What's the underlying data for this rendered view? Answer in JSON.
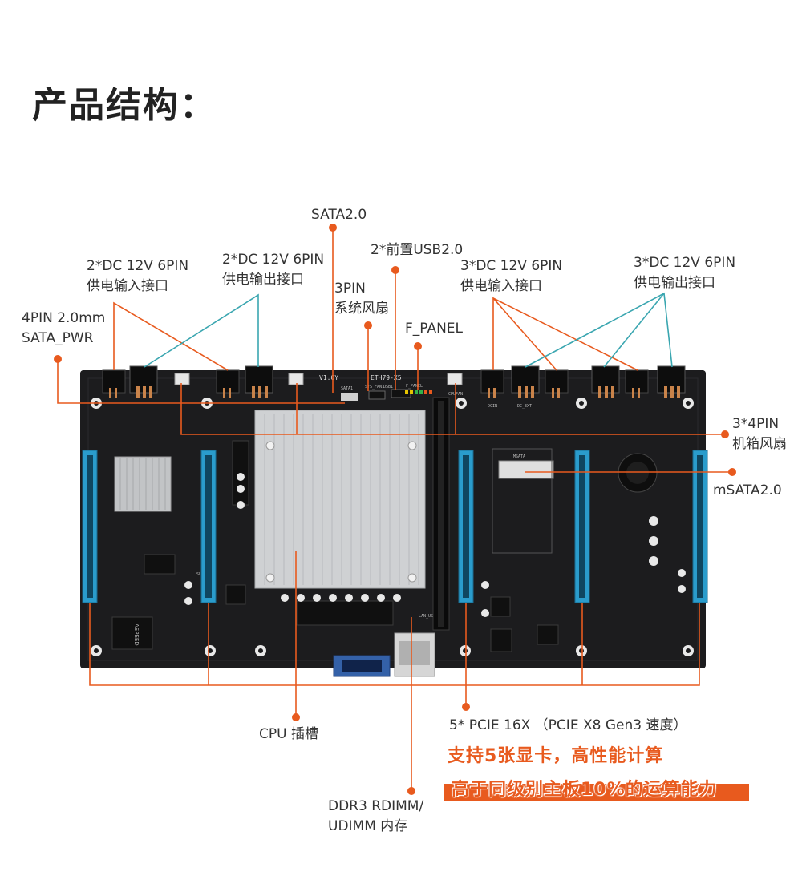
{
  "title": "产品结构：",
  "labels": {
    "sata2": "SATA2.0",
    "usb_front": "2*前置USB2.0",
    "dc_in_left_l1": "2*DC 12V 6PIN",
    "dc_in_left_l2": "供电输入接口",
    "dc_out_left_l1": "2*DC 12V 6PIN",
    "dc_out_left_l2": "供电输出接口",
    "fan3_l1": "3PIN",
    "fan3_l2": "系统风扇",
    "dc_in_right_l1": "3*DC 12V 6PIN",
    "dc_in_right_l2": "供电输入接口",
    "dc_out_right_l1": "3*DC 12V 6PIN",
    "dc_out_right_l2": "供电输出接口",
    "sata_pwr_l1": "4PIN 2.0mm",
    "sata_pwr_l2": "SATA_PWR",
    "fpanel": "F_PANEL",
    "fan4_l1": "3*4PIN",
    "fan4_l2": "机箱风扇",
    "msata": "mSATA2.0",
    "cpu": "CPU 插槽",
    "pcie": "5* PCIE 16X （PCIE X8 Gen3 速度）",
    "ddr_l1": "DDR3 RDIMM/",
    "ddr_l2": "UDIMM 内存"
  },
  "board": {
    "silk_top": "V1.0Y",
    "silk_model": "ETH79-X5",
    "silk_sata": "SATA1",
    "silk_usb": "USB1",
    "silk_fan": "SYS_FAN1",
    "silk_fpanel": "F_PANEL",
    "silk_cpufan": "CPUFAN",
    "silk_slot": "SLOT",
    "silk_msata": "MSATA",
    "silk_lan": "LAN_USB",
    "silk_aspeed": "ASPEED",
    "silk_dcin": "DCIN",
    "silk_dcext": "DC_EXT"
  },
  "highlights": {
    "line1": "支持5张显卡，高性能计算",
    "line2": "高于同级别主板10%的运算能力"
  },
  "colors": {
    "orange": "#e85a1e",
    "teal": "#3aa6b0",
    "board": "#1c1c1e",
    "pcie_slot": "#2a9ccc",
    "heatsink": "#cfd1d3"
  }
}
